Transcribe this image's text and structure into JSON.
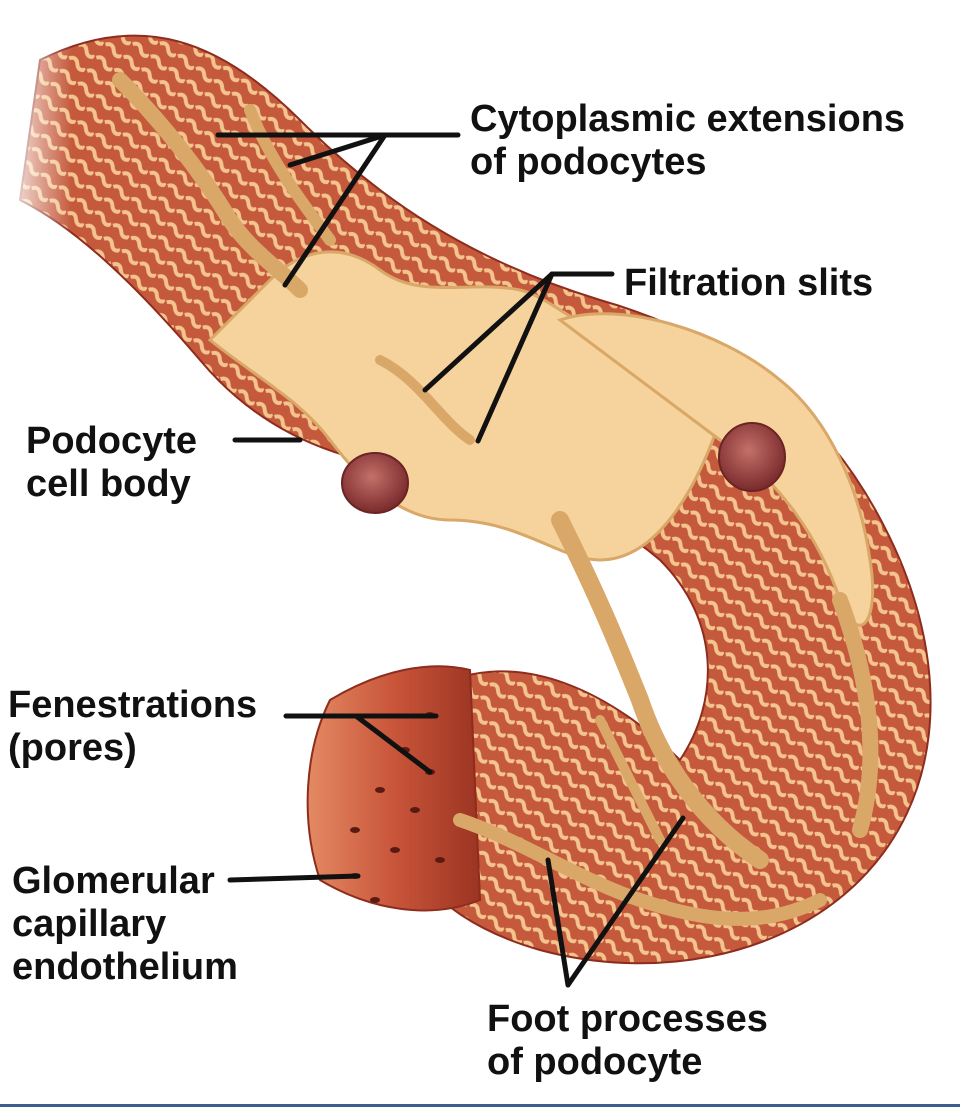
{
  "labels": {
    "cytoplasmic": {
      "line1": "Cytoplasmic extensions",
      "line2": "of podocytes"
    },
    "filtration": {
      "line1": "Filtration slits"
    },
    "cell_body": {
      "line1": "Podocyte",
      "line2": "cell body"
    },
    "fenestrations": {
      "line1": "Fenestrations",
      "line2": "(pores)"
    },
    "glomerular": {
      "line1": "Glomerular",
      "line2": "capillary",
      "line3": "endothelium"
    },
    "foot": {
      "line1": "Foot processes",
      "line2": "of podocyte"
    }
  },
  "colors": {
    "podocyte": "#f6d39c",
    "podocyte_edge": "#d9a868",
    "capillary": "#c9553a",
    "capillary_dark": "#8e2c1e",
    "nucleus": "#9a3b3a",
    "leader": "#111111",
    "rule": "#3a5f8f"
  }
}
